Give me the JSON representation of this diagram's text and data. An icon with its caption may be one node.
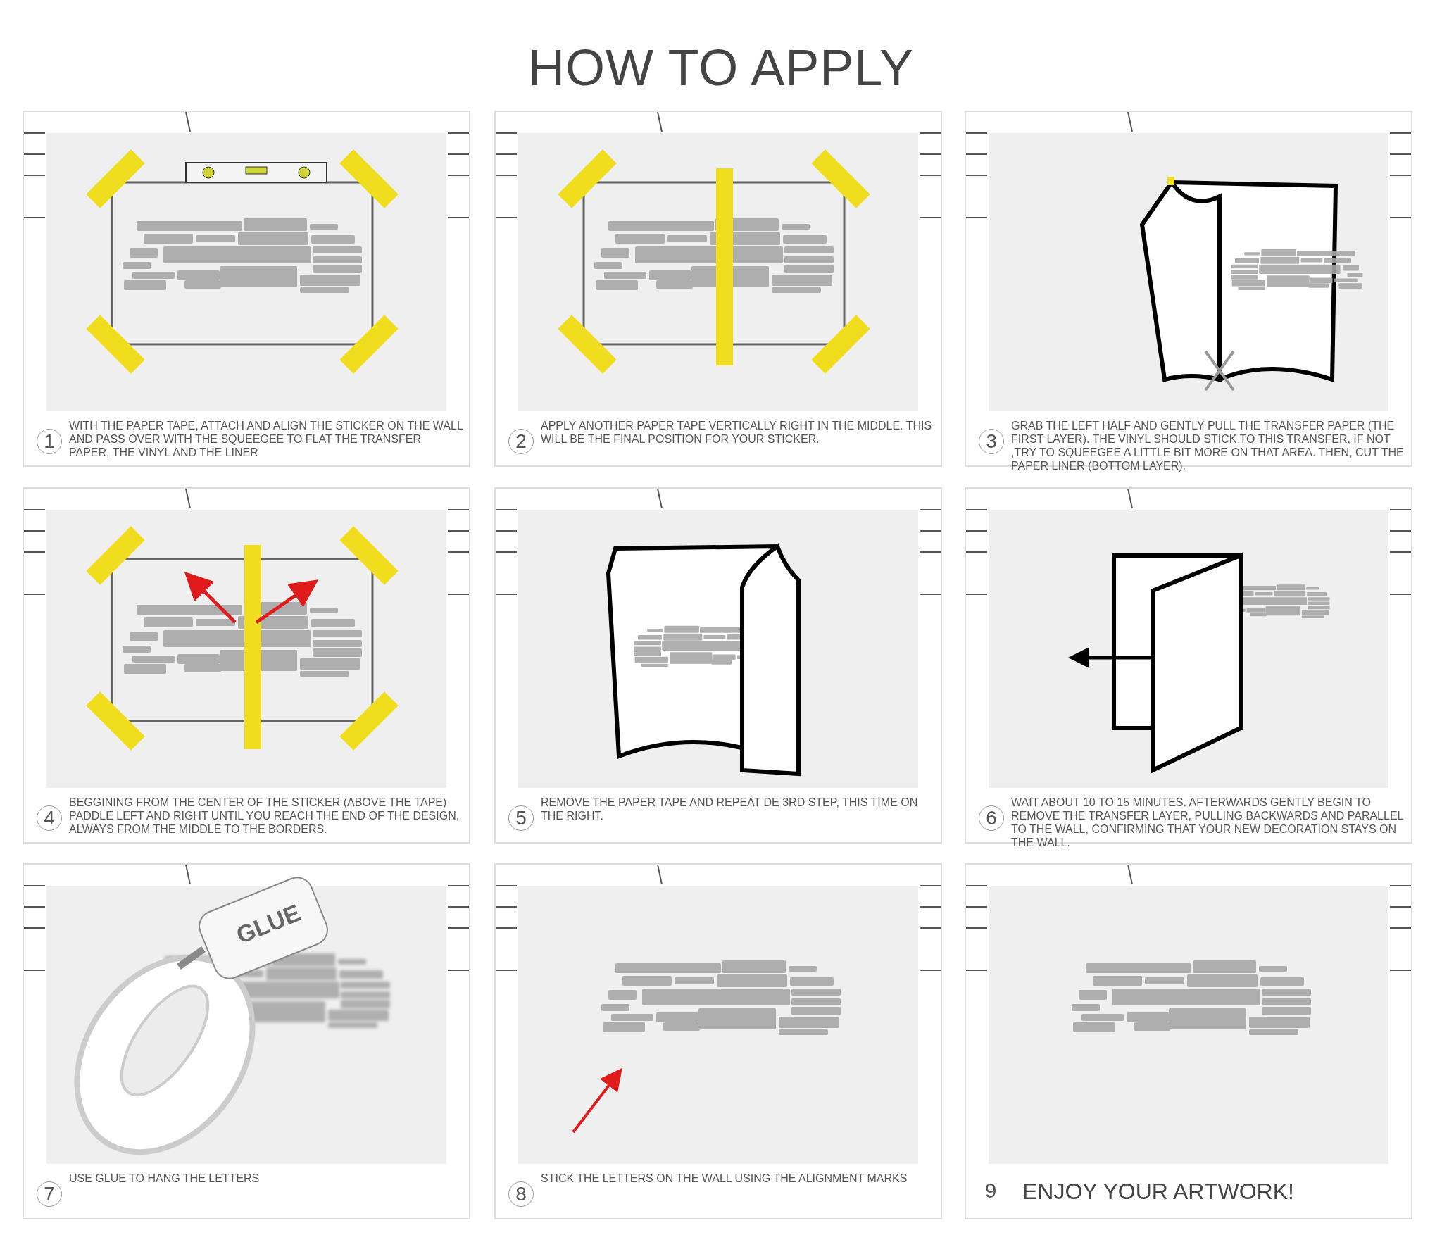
{
  "diagram": {
    "title": "HOW TO APPLY",
    "nodes": [
      {
        "text": [
          "1",
          "WITH THE PAPER TAPE, ATTACH AND ALIGN THE STICKER ON THE WALL AND PASS OVER WITH THE SQUEEGEE TO FLAT THE TRANSFER PAPER, THE VINYL AND THE LINER"
        ]
      },
      {
        "text": [
          "2",
          "APPLY ANOTHER PAPER TAPE VERTICALLY RIGHT IN THE MIDDLE. THIS WILL BE THE FINAL POSITION FOR YOUR STICKER."
        ]
      },
      {
        "text": [
          "3",
          "GRAB THE LEFT HALF AND GENTLY PULL THE TRANSFER PAPER (THE FIRST LAYER). THE VINYL SHOULD STICK TO THIS TRANSFER, IF NOT ,TRY TO SQUEEGEE A LITTLE BIT MORE ON THAT AREA. THEN, CUT THE PAPER LINER (BOTTOM LAYER)."
        ]
      },
      {
        "text": [
          "4",
          "BEGGINING FROM THE CENTER OF THE STICKER (ABOVE THE TAPE) PADDLE LEFT AND RIGHT UNTIL YOU REACH THE END OF THE DESIGN, ALWAYS FROM THE MIDDLE TO THE BORDERS."
        ]
      },
      {
        "text": [
          "5",
          "REMOVE THE PAPER TAPE AND REPEAT DE 3RD STEP, THIS TIME ON THE RIGHT."
        ]
      },
      {
        "text": [
          "6",
          "WAIT ABOUT 10 TO 15 MINUTES. AFTERWARDS GENTLY BEGIN TO REMOVE THE TRANSFER LAYER, PULLING BACKWARDS AND PARALLEL TO THE WALL, CONFIRMING THAT YOUR NEW DECORATION STAYS ON THE WALL."
        ]
      },
      {
        "text": [
          "7",
          "USE GLUE TO HANG THE LETTERS"
        ]
      },
      {
        "text": [
          "8",
          "STICK THE LETTERS ON THE WALL USING THE ALIGNMENT MARKS"
        ]
      },
      {
        "text": [
          "9",
          "ENJOY YOUR ARTWORK!"
        ]
      }
    ],
    "labels": [
      "GLUE"
    ]
  }
}
